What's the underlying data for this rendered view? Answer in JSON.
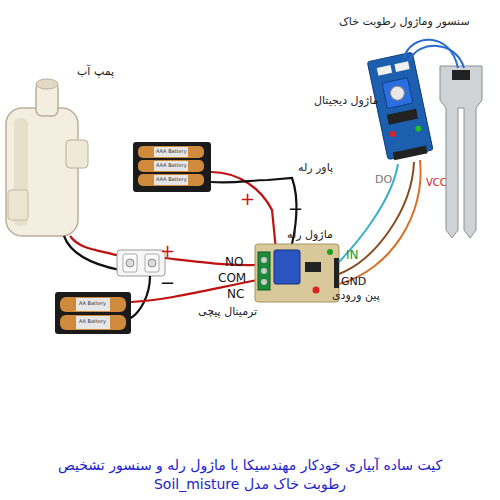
{
  "diagram": {
    "caption": "کیت ساده آبیاری خودکار مهندسیکا با ماژول رله و سنسور تشخیص رطوبت خاک مدل Soil_misture",
    "labels": [
      "پمپ آب",
      "سنسور وماژول رطوبت خاک",
      "ماژول دیجیتال",
      "DO",
      "VCC",
      "پاور رله",
      "+",
      "−",
      "ماژول رله",
      "IN",
      "GND",
      "پین ورودی",
      "NO",
      "COM",
      "NC",
      "ترمینال پیچی",
      "+",
      "−",
      "AAA Battery",
      "AAA Battery",
      "AAA Battery",
      "AA Battery",
      "AA Battery"
    ]
  }
}
